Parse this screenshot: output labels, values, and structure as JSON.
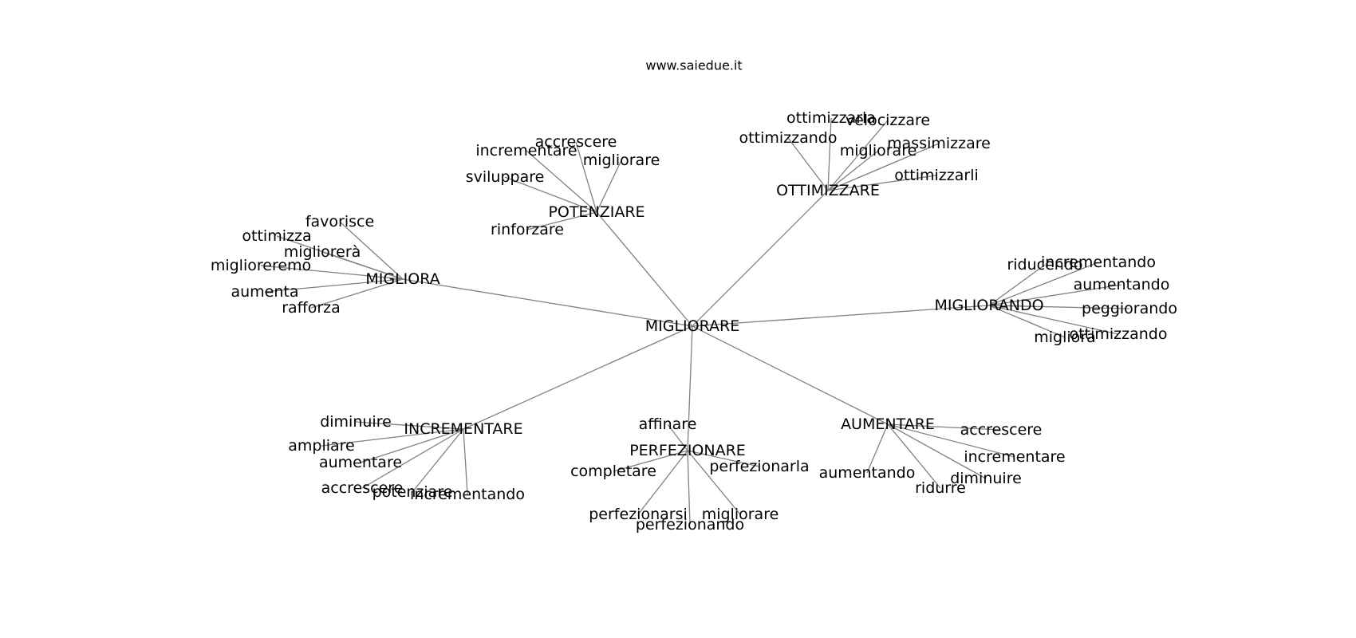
{
  "site_label": "www.saiedue.it",
  "graph": {
    "root": "MIGLIORARE",
    "branches": [
      {
        "label": "POTENZIARE",
        "children": [
          "accrescere",
          "incrementare",
          "migliorare",
          "sviluppare",
          "rinforzare"
        ]
      },
      {
        "label": "OTTIMIZZARE",
        "children": [
          "ottimizzarla",
          "velocizzare",
          "ottimizzando",
          "massimizzare",
          "migliorare",
          "ottimizzarli"
        ]
      },
      {
        "label": "MIGLIORA",
        "children": [
          "favorisce",
          "ottimizza",
          "migliorerà",
          "miglioreremo",
          "aumenta",
          "rafforza"
        ]
      },
      {
        "label": "MIGLIORANDO",
        "children": [
          "riducendo",
          "incrementando",
          "aumentando",
          "peggiorando",
          "ottimizzando",
          "migliora"
        ]
      },
      {
        "label": "INCREMENTARE",
        "children": [
          "diminuire",
          "ampliare",
          "aumentare",
          "accrescere",
          "potenziare",
          "incrementando"
        ]
      },
      {
        "label": "PERFEZIONARE",
        "children": [
          "affinare",
          "completare",
          "perfezionarla",
          "perfezionarsi",
          "migliorare",
          "perfezionando"
        ]
      },
      {
        "label": "AUMENTARE",
        "children": [
          "accrescere",
          "incrementare",
          "aumentando",
          "diminuire",
          "ridurre"
        ]
      }
    ]
  }
}
